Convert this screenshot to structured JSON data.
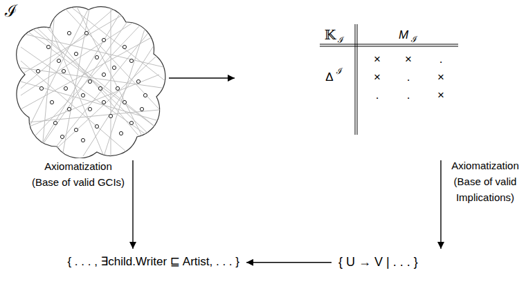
{
  "diagram": {
    "nodes": [
      {
        "text": [
          "ℐ"
        ]
      },
      {
        "text": [
          "𝕂",
          "ℐ",
          "M",
          "ℐ",
          "Δ",
          "ℐ",
          "×",
          "×",
          ".",
          "×",
          ".",
          "×",
          ".",
          ".",
          "×"
        ]
      },
      {
        "text": [
          "{ U → V | . . . }"
        ]
      },
      {
        "text": [
          "{ . . . , ∃child.Writer ⊑ Artist, . . . }"
        ]
      }
    ],
    "edges": [
      {
        "from": 0,
        "to": 1,
        "arrow": "to"
      },
      {
        "from": 1,
        "to": 2,
        "arrow": "to",
        "label": "Axiomatization (Base of valid Implications)"
      },
      {
        "from": 2,
        "to": 3,
        "arrow": "to"
      },
      {
        "from": 0,
        "to": 3,
        "arrow": "to",
        "label": "Axiomatization (Base of valid GCIs)"
      }
    ]
  }
}
